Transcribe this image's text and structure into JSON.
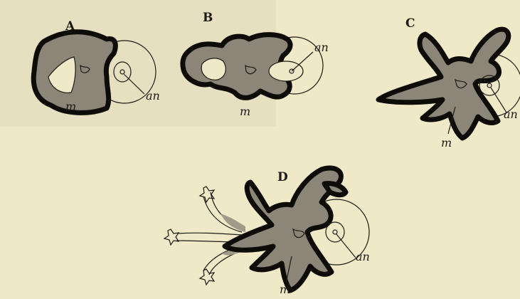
{
  "figure": {
    "panels": [
      {
        "label": "A",
        "annotations": [
          "m",
          "an"
        ]
      },
      {
        "label": "B",
        "annotations": [
          "an",
          "m"
        ]
      },
      {
        "label": "C",
        "annotations": [
          "an",
          "m"
        ]
      },
      {
        "label": "D",
        "annotations": [
          "an",
          "m"
        ]
      }
    ]
  },
  "colors": {
    "background": "#efe9c8",
    "tissue_fill": "#8b8678",
    "outline": "#0d0c09"
  }
}
